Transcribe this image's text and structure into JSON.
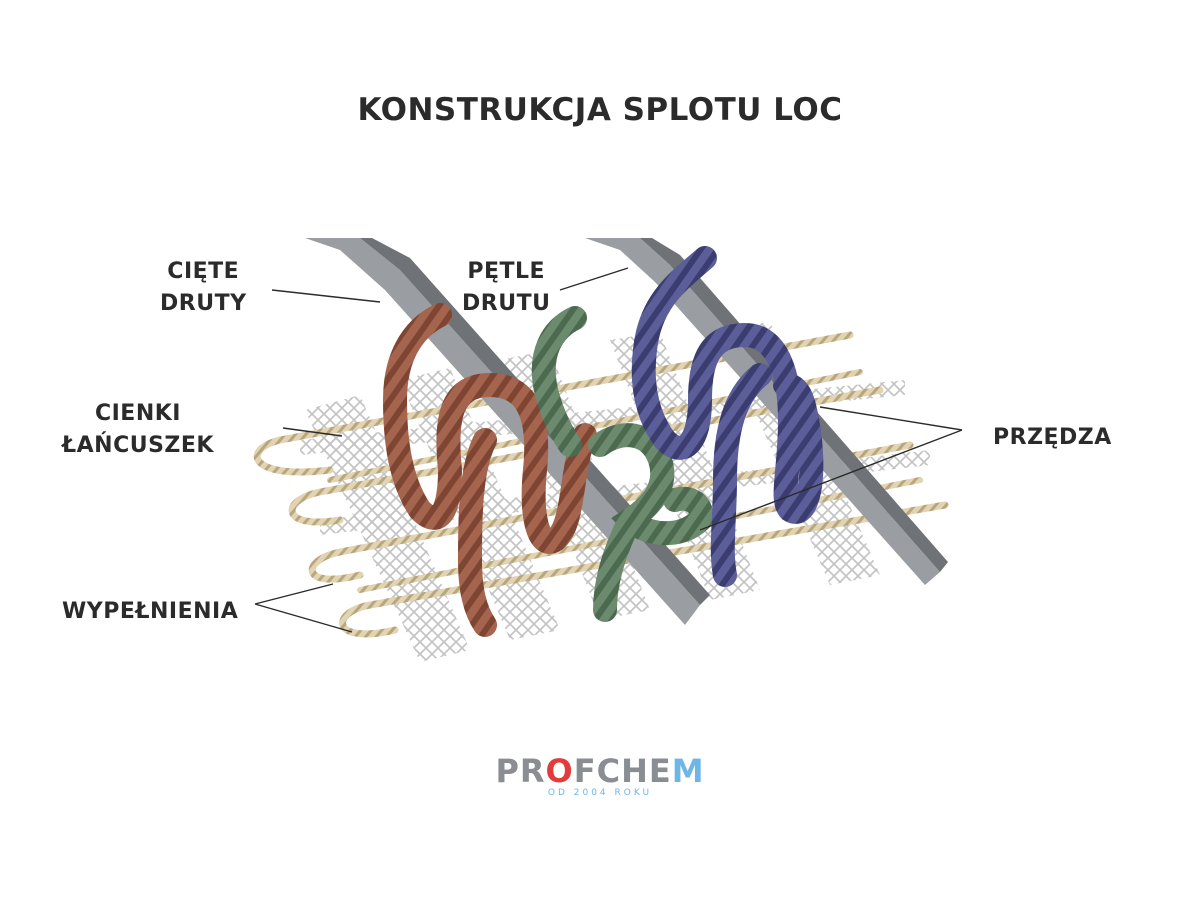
{
  "title": "KONSTRUKCJA SPLOTU LOC",
  "labels": {
    "ciete_line1": "CIĘTE",
    "ciete_line2": "DRUTY",
    "petle_line1": "PĘTLE",
    "petle_line2": "DRUTU",
    "cienki_line1": "CIENKI",
    "cienki_line2": "ŁAŃCUSZEK",
    "wypelnienia": "WYPEŁNIENIA",
    "przedza": "PRZĘDZA"
  },
  "colors": {
    "text": "#2b2b2b",
    "yarn_brown": "#a5644d",
    "yarn_green": "#6c8a6d",
    "yarn_blue": "#55588f",
    "filling": "#d9c9a4",
    "chain": "#c9c9c9",
    "wire": "#8c8f93"
  },
  "logo": {
    "word_start": "PR",
    "word_o": "O",
    "word_mid": "FCHE",
    "word_end": "M",
    "tagline": "OD 2004 ROKU"
  }
}
